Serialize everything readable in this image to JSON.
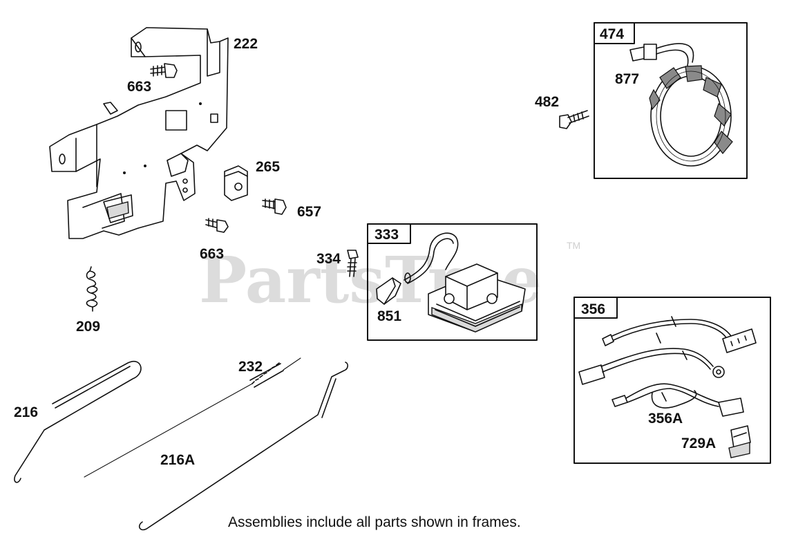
{
  "watermark": {
    "text": "PartsTree",
    "tm": "TM"
  },
  "caption": "Assemblies include all parts shown in frames.",
  "parts": {
    "p222": "222",
    "p663a": "663",
    "p265": "265",
    "p657": "657",
    "p663b": "663",
    "p209": "209",
    "p216": "216",
    "p232": "232",
    "p216A": "216A",
    "p334": "334",
    "p851": "851",
    "p482": "482",
    "p877": "877",
    "p356A": "356A",
    "p729A": "729A"
  },
  "frames": {
    "f474": "474",
    "f333": "333",
    "f356": "356"
  }
}
